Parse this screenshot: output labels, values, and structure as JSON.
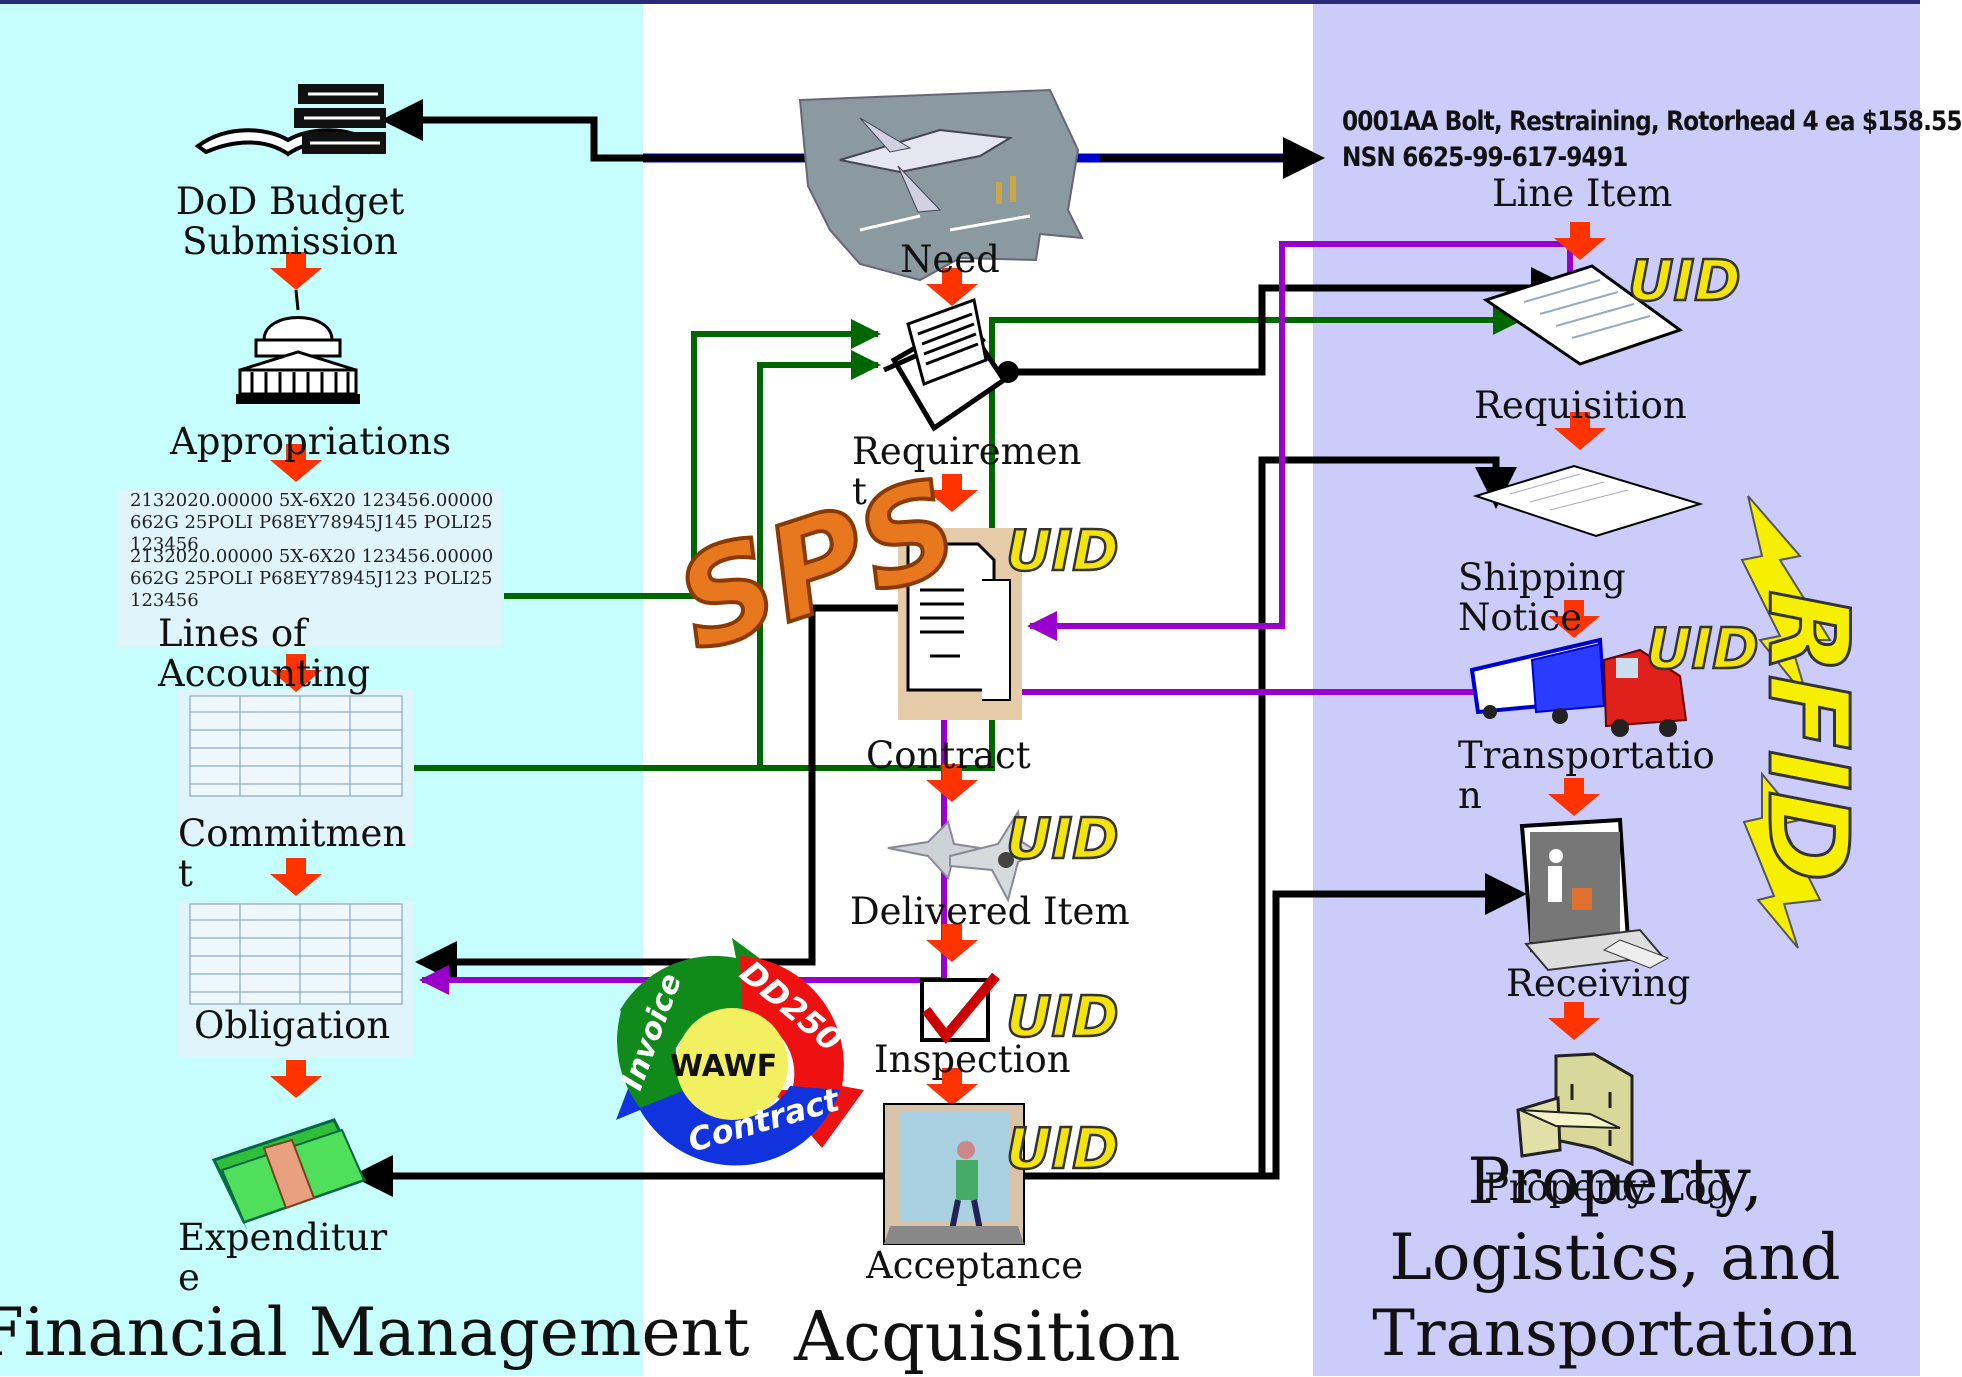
{
  "sections": {
    "financial": {
      "title": "Financial Management",
      "bg": "#c6fdfd"
    },
    "acquisition": {
      "title": "Acquisition",
      "bg": "#ffffff"
    },
    "property": {
      "title": "Property, Logistics, and Transportation",
      "bg": "#ccccfb"
    }
  },
  "financial_steps": {
    "budget": "DoD Budget Submission",
    "appropriations": "Appropriations",
    "loa_label": "Lines of Accounting",
    "commitment": "Commitment",
    "obligation": "Obligation",
    "expenditure": "Expenditure"
  },
  "loa_lines": {
    "line1": "2132020.00000 5X-6X20 123456.00000 662G 25POLI P68EY78945J145 POLI25 123456",
    "line2": "2132020.00000 5X-6X20 123456.00000 662G 25POLI P68EY78945J123 POLI25 123456"
  },
  "acquisition_steps": {
    "need": "Need",
    "requirement": "Requirement",
    "contract": "Contract",
    "delivered": "Delivered Item",
    "inspection": "Inspection",
    "acceptance": "Acceptance"
  },
  "property_steps": {
    "line_item_info": "0001AA Bolt, Restraining, Rotorhead 4 ea $158.55",
    "nsn": "NSN 6625-99-617-9491",
    "line_item": "Line Item",
    "requisition": "Requisition",
    "shipping": "Shipping Notice",
    "transportation": "Transportation",
    "receiving": "Receiving",
    "property_log": "Property Log"
  },
  "wordart": {
    "sps": "SPS",
    "uid": "UID",
    "rfid": "RFID",
    "wawf": "WAWF",
    "invoice": "Invoice",
    "dd250": "DD250",
    "contract": "Contract"
  },
  "colors": {
    "step_arrow": "#ff3300",
    "green_flow": "#006600",
    "purple_flow": "#9900cc",
    "black_flow": "#000000",
    "uid_fill": "#f5e40a",
    "sps_fill": "#e8781e"
  }
}
